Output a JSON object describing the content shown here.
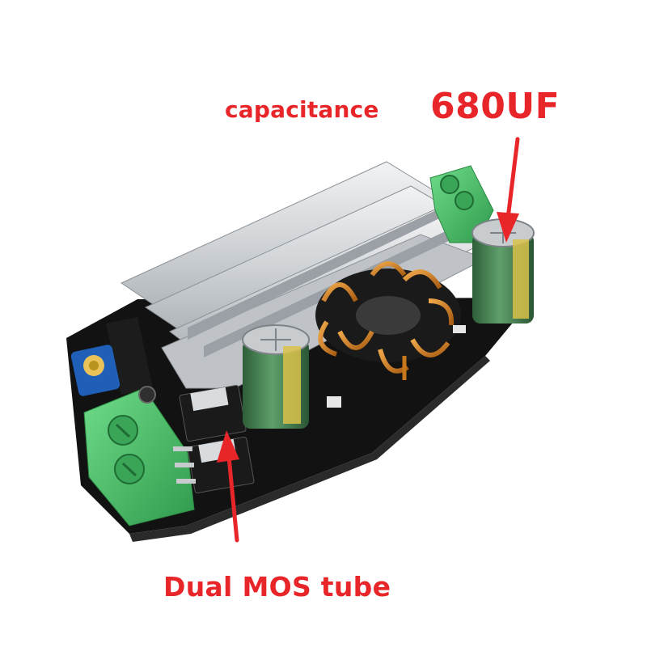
{
  "annotations": {
    "capacitance_word": "capacitance",
    "capacitance_value": "680UF",
    "mos_label": "Dual MOS tube"
  },
  "colors": {
    "annotation_red": "#e8262a",
    "pcb_black": "#121212",
    "heatsink_silver": "#d4d7da",
    "terminal_green": "#49c26a",
    "capacitor_green": "#3f7a4a",
    "copper_coil": "#c8781c",
    "trimmer_blue": "#1f5fb8"
  },
  "icons": {
    "arrow_capacitor": "red-arrow-icon",
    "arrow_mos": "red-arrow-icon"
  }
}
